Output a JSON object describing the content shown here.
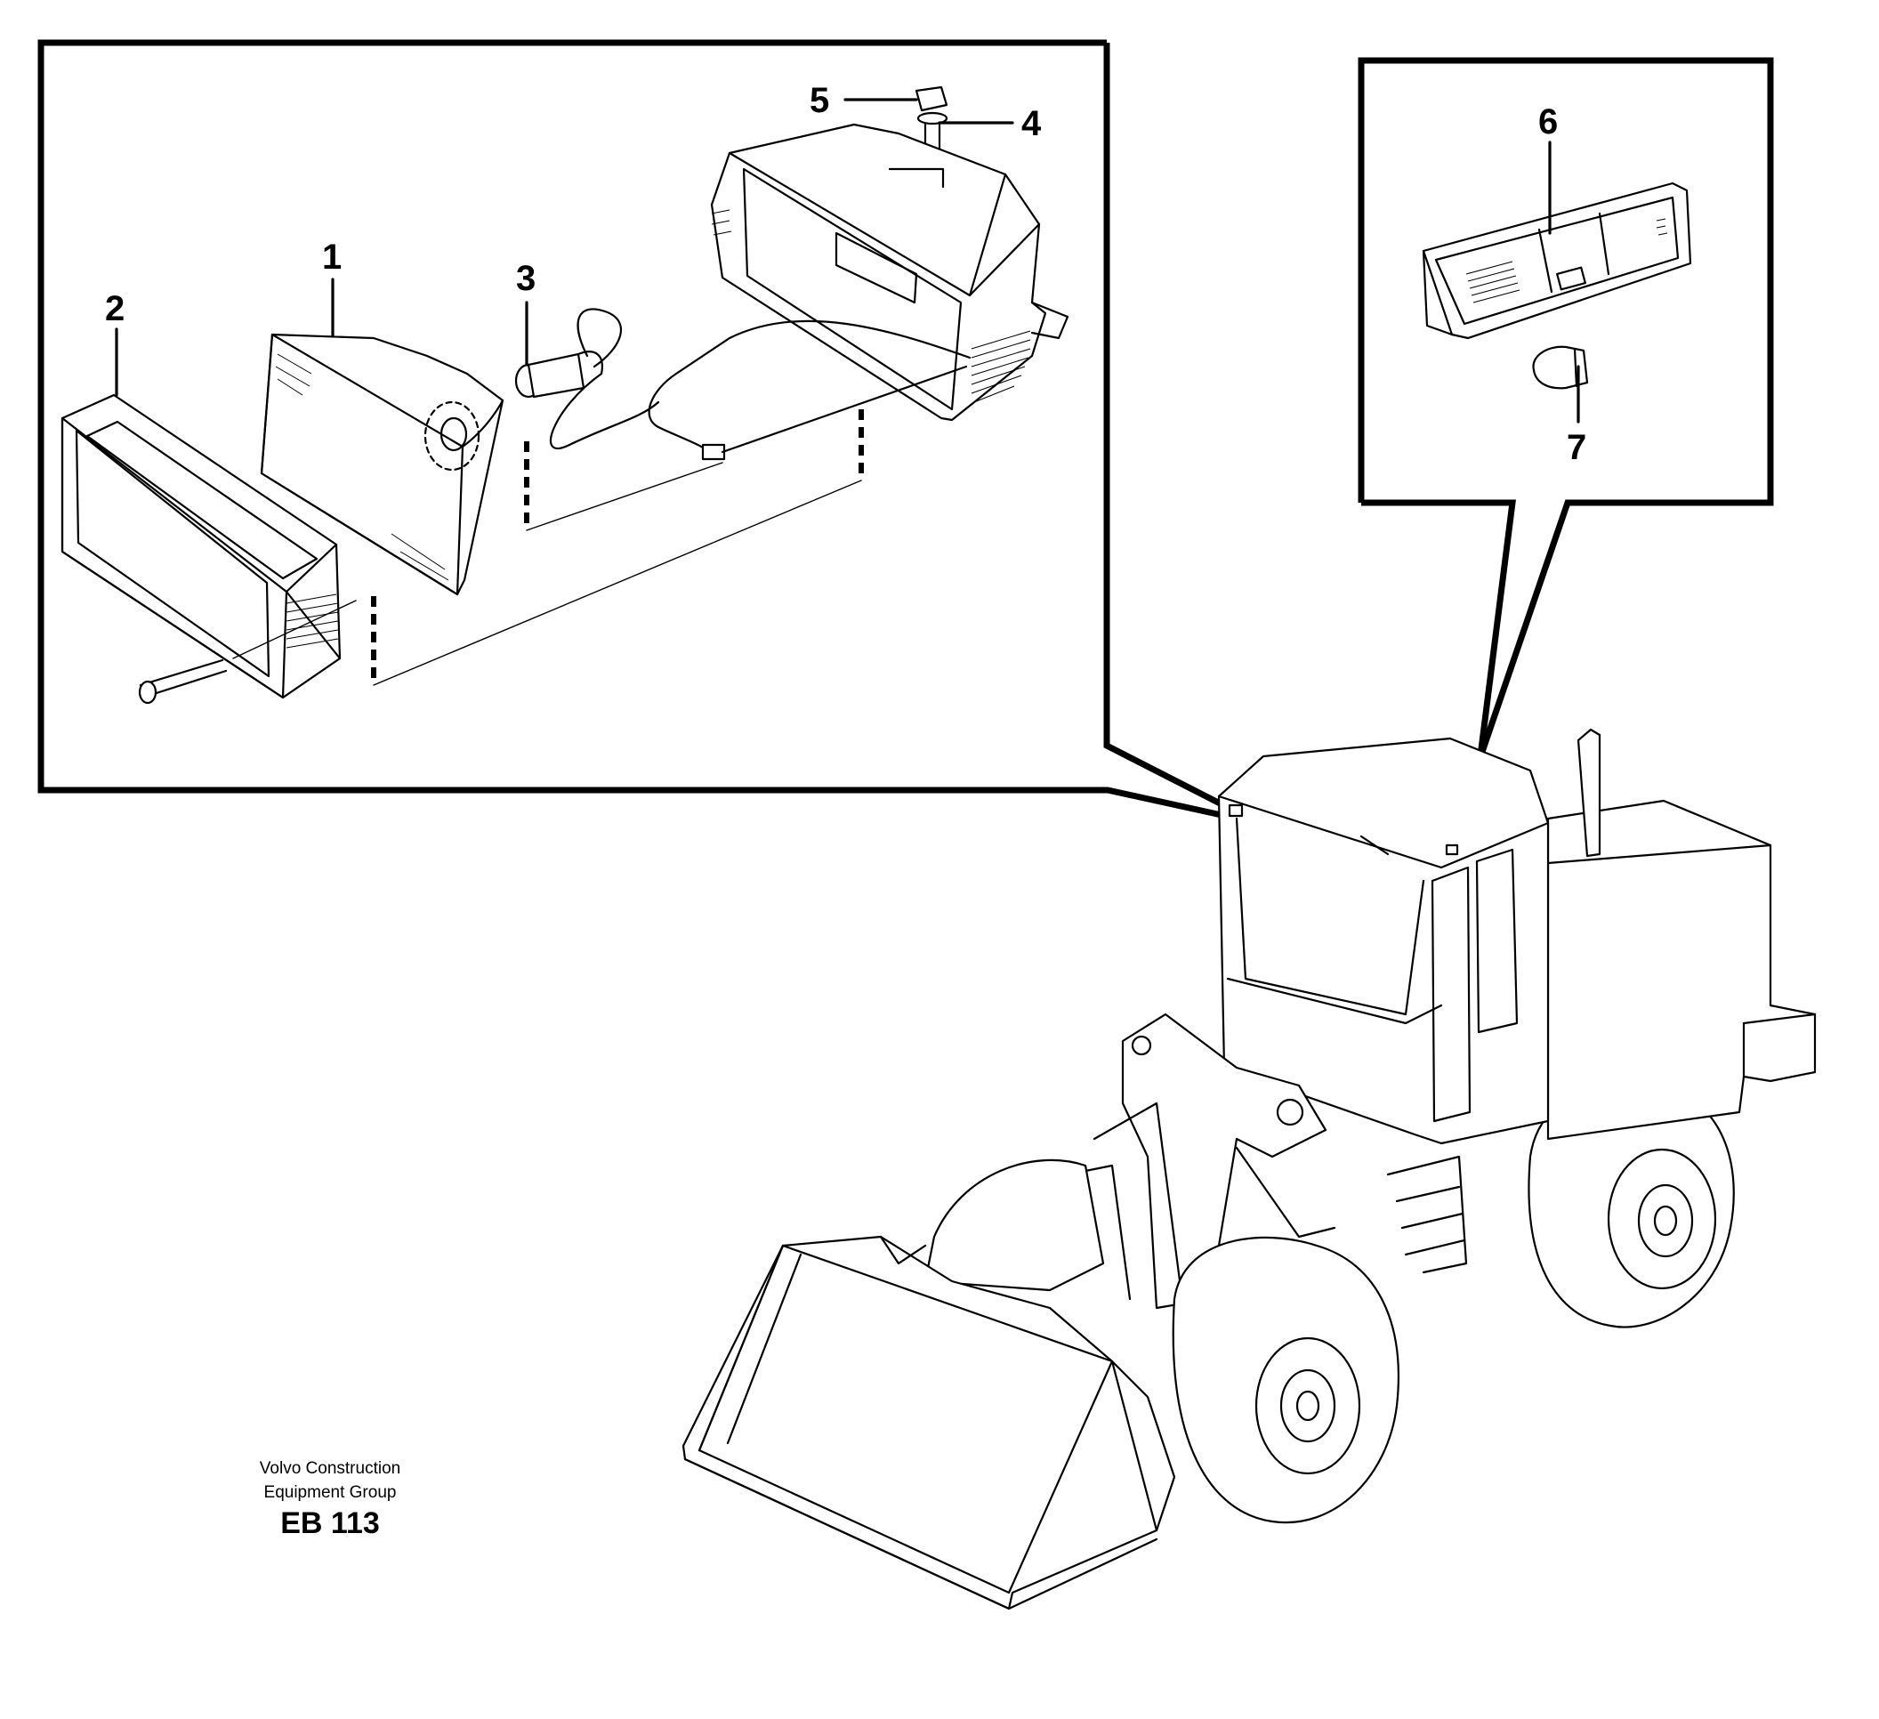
{
  "diagram": {
    "callouts": {
      "c1": "1",
      "c2": "2",
      "c3": "3",
      "c4": "4",
      "c5": "5",
      "c6": "6",
      "c7": "7"
    },
    "caption": {
      "line1": "Volvo Construction",
      "line2": "Equipment Group",
      "code": "EB 113"
    }
  }
}
